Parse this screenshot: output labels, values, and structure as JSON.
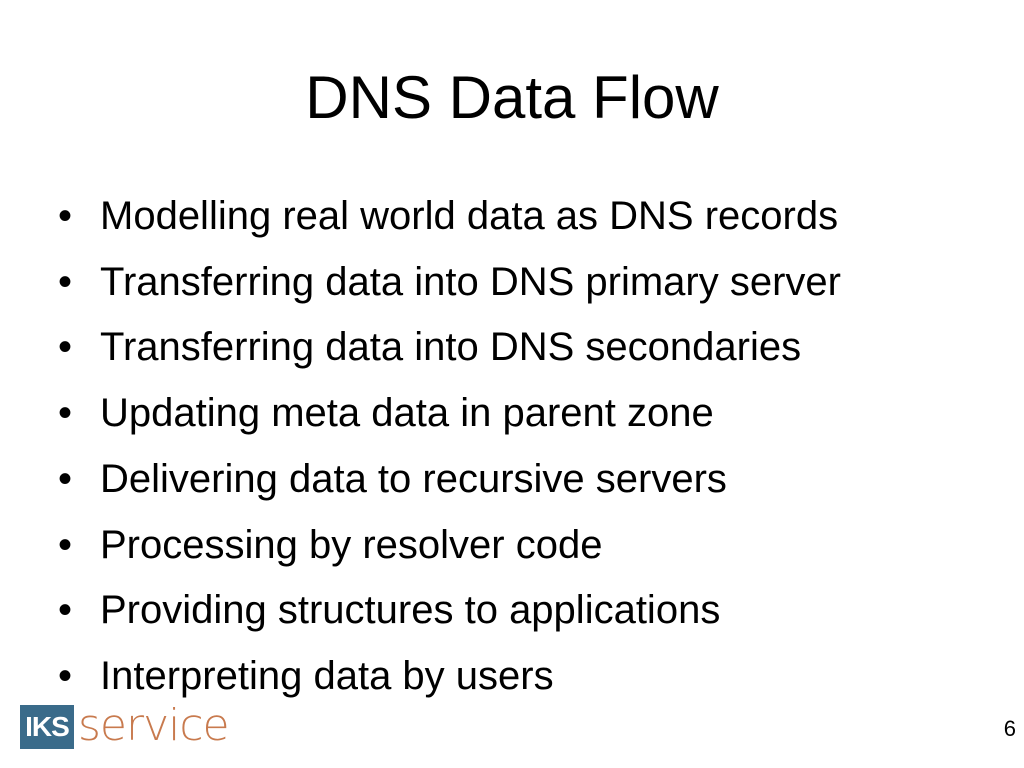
{
  "slide": {
    "title": "DNS Data Flow",
    "bullet_symbol": "•",
    "bullets": [
      "Modelling real world data as DNS records",
      "Transferring data into DNS primary server",
      "Transferring data into DNS secondaries",
      "Updating meta data in parent zone",
      "Delivering data to recursive servers",
      "Processing by resolver code",
      "Providing structures to applications",
      "Interpreting data by users"
    ],
    "page_number": "6"
  },
  "logo": {
    "part1": "IKS",
    "part2": "service"
  },
  "colors": {
    "background": "#ffffff",
    "text": "#000000",
    "logo_box": "#3a6b8a",
    "logo_service": "#c87a4e"
  }
}
